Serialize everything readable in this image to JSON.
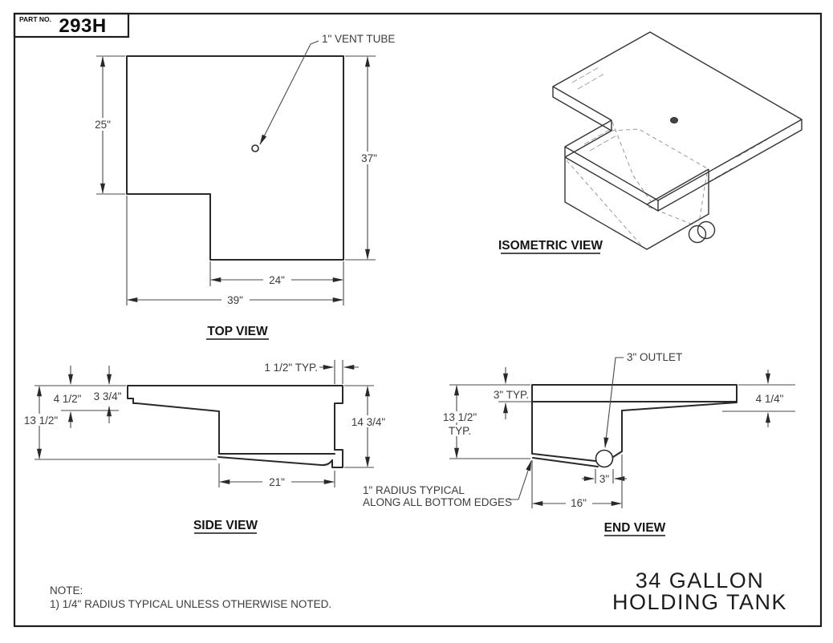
{
  "document": {
    "part_label": "PART NO.",
    "part_number": "293H",
    "title_line1": "34 GALLON",
    "title_line2": "HOLDING TANK",
    "note_heading": "NOTE:",
    "note_body": "1) 1/4\" RADIUS TYPICAL UNLESS OTHERWISE NOTED."
  },
  "top_view": {
    "label": "TOP VIEW",
    "vent_callout": "1\" VENT TUBE",
    "dim_left_depth": "25\"",
    "dim_right_depth": "37\"",
    "dim_notch_width": "24\"",
    "dim_overall_width": "39\""
  },
  "isometric_view": {
    "label": "ISOMETRIC VIEW"
  },
  "side_view": {
    "label": "SIDE VIEW",
    "dim_lip": "1 1/2\" TYP.",
    "dim_front_depth": "4 1/2\"",
    "dim_mid_depth": "3 3/4\"",
    "dim_overall_height": "13 1/2\"",
    "dim_right_height": "14 3/4\"",
    "dim_sump_length": "21\""
  },
  "end_view": {
    "label": "END VIEW",
    "outlet_callout": "3\" OUTLET",
    "dim_tray_depth": "3\" TYP.",
    "dim_height_line1": "13 1/2\"",
    "dim_height_line2": "TYP.",
    "dim_right_depth": "4 1/4\"",
    "dim_outlet": "3\"",
    "dim_sump_width": "16\"",
    "radius_note_line1": "1\" RADIUS TYPICAL",
    "radius_note_line2": "ALONG ALL BOTTOM EDGES"
  },
  "colors": {
    "ink": "#2b2829",
    "dim_line": "#4a4849",
    "background": "#ffffff"
  }
}
